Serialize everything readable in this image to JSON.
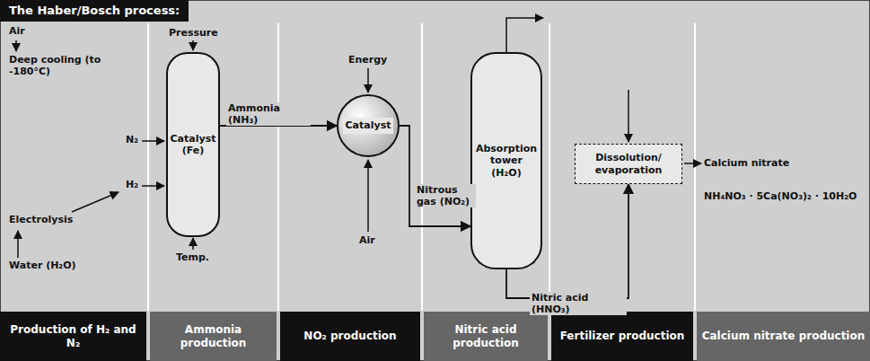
{
  "diagram": {
    "title": "The Haber/Bosch process:",
    "nodes": [
      {
        "text": [
          "Catalyst (Fe)"
        ]
      },
      {
        "text": [
          "Catalyst"
        ]
      },
      {
        "text": [
          "Absorption tower (H₂O)"
        ]
      },
      {
        "text": [
          "Dissolution/ evaporation"
        ]
      },
      {
        "text": [
          "Production of H₂ and N₂"
        ]
      },
      {
        "text": [
          "Ammonia production"
        ]
      },
      {
        "text": [
          "NO₂ production"
        ]
      },
      {
        "text": [
          "Nitric acid production"
        ]
      },
      {
        "text": [
          "Fertilizer production"
        ]
      },
      {
        "text": [
          "Calcium nitrate production"
        ]
      }
    ],
    "edges": [
      {
        "from": 0,
        "to": 1,
        "label": "Ammonia (NH₃)",
        "arrow": "to"
      },
      {
        "from": 1,
        "to": 2,
        "label": "Nitrous gas (NO₂)",
        "arrow": "to"
      },
      {
        "from": 2,
        "to": 3,
        "label": "Nitric acid (HNO₃)",
        "arrow": "to"
      }
    ],
    "labels": [
      "Air",
      "Deep cooling (to -180°C)",
      "N₂",
      "H₂",
      "Electrolysis",
      "Water (H₂O)",
      "Pressure",
      "Temp.",
      "Energy",
      "Air",
      "Calcium nitrate",
      "NH₄NO₃ · 5Ca(NO₃)₂ · 10H₂O"
    ]
  }
}
